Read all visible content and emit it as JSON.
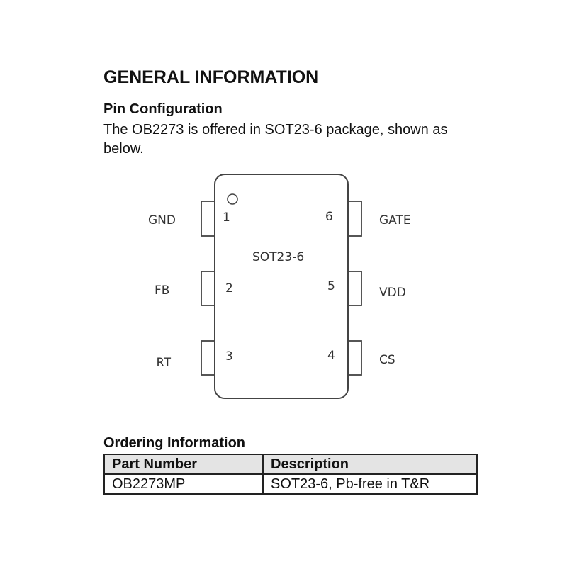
{
  "section_title": "GENERAL INFORMATION",
  "pin_config": {
    "heading": "Pin Configuration",
    "text": "The OB2273 is offered in SOT23-6 package, shown as below."
  },
  "diagram": {
    "package_label": "SOT23-6",
    "pin1_marker": "circle-marker",
    "pins": [
      {
        "number": "1",
        "name": "GND",
        "side": "left"
      },
      {
        "number": "2",
        "name": "FB",
        "side": "left"
      },
      {
        "number": "3",
        "name": "RT",
        "side": "left"
      },
      {
        "number": "4",
        "name": "CS",
        "side": "right"
      },
      {
        "number": "5",
        "name": "VDD",
        "side": "right"
      },
      {
        "number": "6",
        "name": "GATE",
        "side": "right"
      }
    ]
  },
  "ordering": {
    "heading": "Ordering Information",
    "columns": [
      "Part Number",
      "Description"
    ],
    "rows": [
      [
        "OB2273MP",
        "SOT23-6, Pb-free in T&R"
      ]
    ]
  }
}
